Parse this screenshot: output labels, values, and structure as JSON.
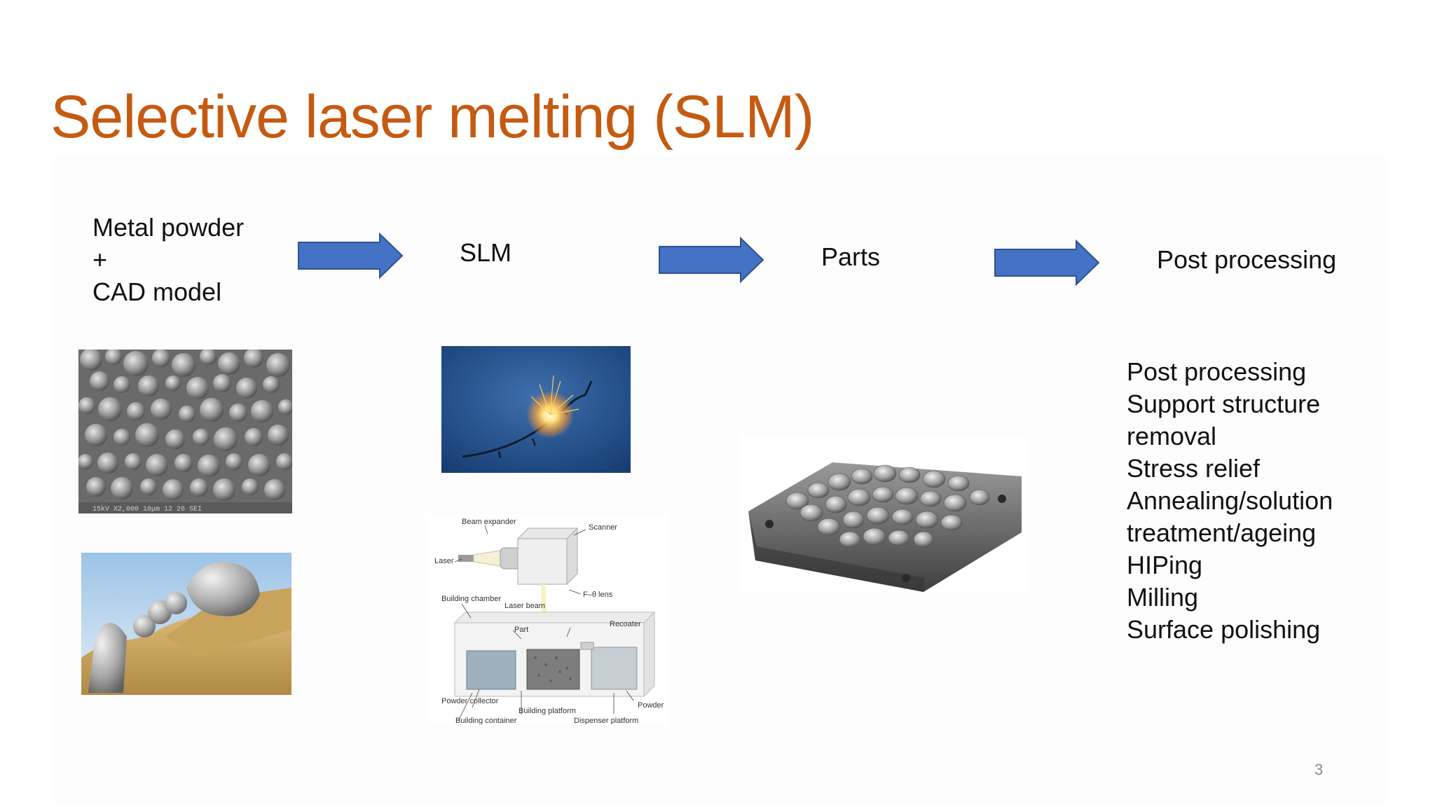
{
  "slide": {
    "title": "Selective laser melting (SLM)",
    "page_number": "3"
  },
  "flow": {
    "step1": [
      "Metal powder",
      "+",
      "CAD model"
    ],
    "step2": "SLM",
    "step3": "Parts",
    "step4": "Post processing",
    "arrow_color": "#4472c4"
  },
  "post_processing": {
    "lines": [
      "Post processing",
      "Support structure",
      "removal",
      "Stress relief",
      "Annealing/solution",
      "treatment/ageing",
      "HIPing",
      "Milling",
      "Surface polishing"
    ]
  },
  "sem_image": {
    "footer": "15kV  X2,000  10μm   12 26 SEI"
  },
  "schematic": {
    "labels": {
      "beam_expander": "Beam expander",
      "scanner": "Scanner",
      "laser": "Laser",
      "f_theta_lens": "F–θ lens",
      "building_chamber": "Building chamber",
      "laser_beam": "Laser beam",
      "part": "Part",
      "recoater": "Recoater",
      "powder_collector": "Powder collector",
      "building_platform": "Building platform",
      "powder": "Powder",
      "building_container": "Building container",
      "dispenser_platform": "Dispenser platform"
    }
  }
}
